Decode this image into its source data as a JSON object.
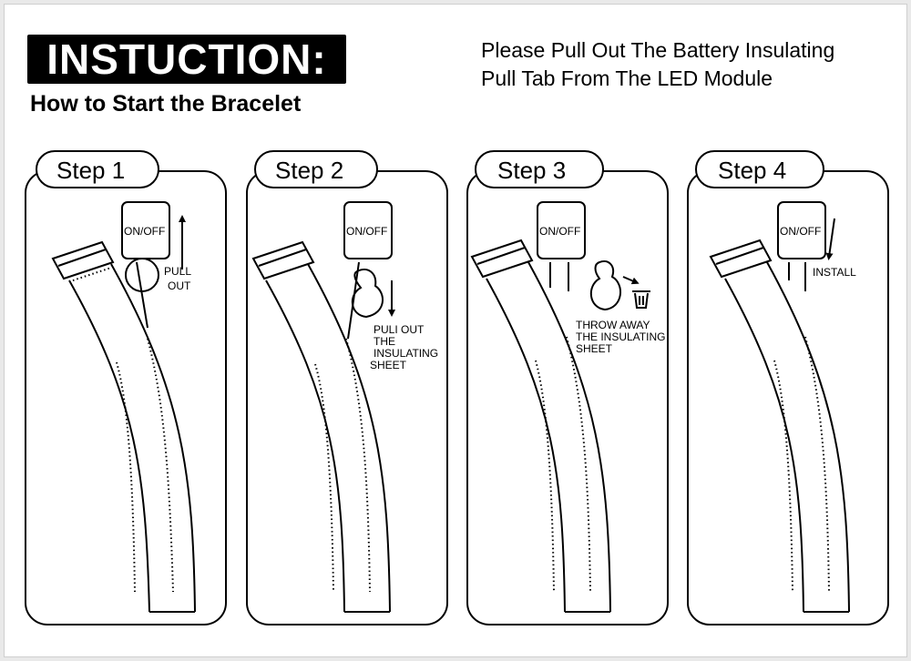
{
  "header": {
    "title": "INSTUCTION:",
    "subtitle": "How to Start the Bracelet",
    "instruction_lines": [
      "Please Pull Out The Battery Insulating",
      "Pull Tab From The LED Module"
    ]
  },
  "steps": [
    {
      "label": "Step 1",
      "module_label": "ON/OFF",
      "note_lines": [
        "PULL",
        "OUT"
      ]
    },
    {
      "label": "Step 2",
      "module_label": "ON/OFF",
      "note_lines": [
        "PULI OUT",
        "THE",
        "INSULATING",
        "SHEET"
      ]
    },
    {
      "label": "Step 3",
      "module_label": "ON/OFF",
      "note_lines": [
        "THROW AWAY",
        "THE INSULATING",
        "SHEET"
      ]
    },
    {
      "label": "Step 4",
      "module_label": "ON/OFF",
      "note_lines": [
        "INSTALL"
      ]
    }
  ],
  "icons": {
    "arrow": "arrow-icon",
    "trash": "trash-icon",
    "insulating_sheet": "insulating-sheet-icon",
    "bracelet": "bracelet-strap"
  },
  "colors": {
    "ink": "#000000",
    "paper": "#ffffff",
    "title_bg": "#000000",
    "title_fg": "#ffffff"
  }
}
